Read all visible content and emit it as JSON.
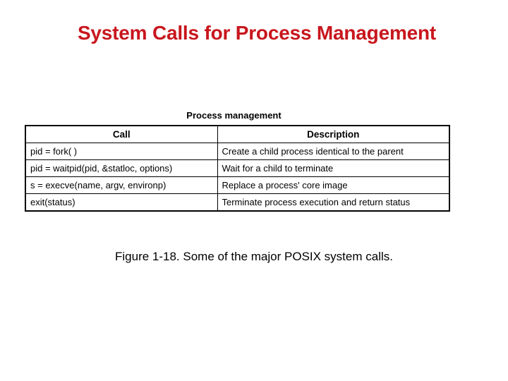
{
  "slide": {
    "title": "System Calls for Process Management",
    "title_color": "#c8161d",
    "background_color": "#ffffff",
    "text_color": "#000000"
  },
  "figure": {
    "table_title": "Process management",
    "caption": "Figure 1-18. Some of the major POSIX system calls.",
    "columns": [
      "Call",
      "Description"
    ],
    "rows": [
      {
        "call": "pid = fork( )",
        "description": "Create a child process identical to the parent"
      },
      {
        "call": "pid = waitpid(pid, &statloc, options)",
        "description": "Wait for a child to terminate"
      },
      {
        "call": "s = execve(name, argv, environp)",
        "description": "Replace a process' core image"
      },
      {
        "call": "exit(status)",
        "description": "Terminate process execution and return status"
      }
    ]
  }
}
